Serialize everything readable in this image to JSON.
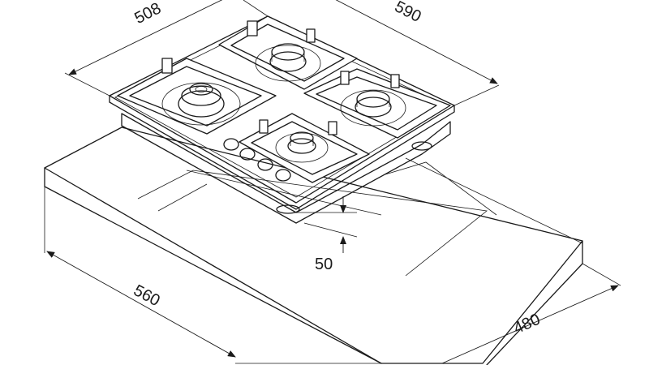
{
  "diagram": {
    "dimensions": {
      "top_width": "508",
      "top_depth": "590",
      "cutout_width": "560",
      "cutout_depth": "480",
      "height": "50"
    },
    "burners": 4,
    "control_knobs": 4
  }
}
